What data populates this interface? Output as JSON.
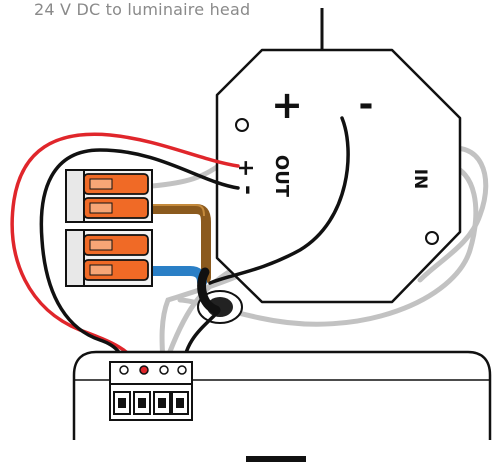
{
  "caption": "24 V DC to luminaire head",
  "module": {
    "plus_label": "+",
    "minus_label": "-",
    "output_label": "OUT",
    "out_plus": "+",
    "out_minus": "-",
    "input_label": "IN"
  },
  "colors": {
    "wire_red": "#e0262b",
    "wire_black": "#111111",
    "wire_gray": "#c2c2c2",
    "wire_brown": "#8b5a1e",
    "wire_blue": "#2a7fc6",
    "connector_orange": "#f06a26",
    "outline": "#111111"
  }
}
